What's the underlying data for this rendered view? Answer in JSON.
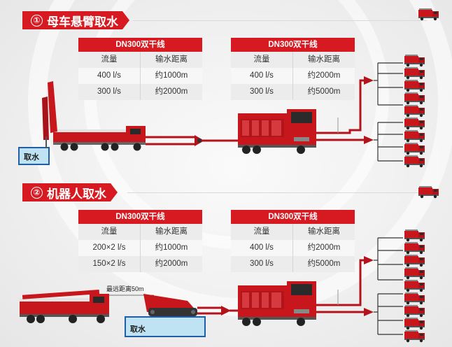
{
  "sections": [
    {
      "number": "①",
      "title": "母车悬臂取水",
      "water_label": "取水",
      "tables": [
        {
          "title": "DN300双干线",
          "headers": [
            "流量",
            "输水距离"
          ],
          "rows": [
            [
              "400 l/s",
              "约1000m"
            ],
            [
              "300 l/s",
              "约2000m"
            ]
          ]
        },
        {
          "title": "DN300双干线",
          "headers": [
            "流量",
            "输水距离"
          ],
          "rows": [
            [
              "400 l/s",
              "约2000m"
            ],
            [
              "300 l/s",
              "约5000m"
            ]
          ]
        }
      ]
    },
    {
      "number": "②",
      "title": "机器人取水",
      "water_label": "取水",
      "annotation": "最远距离50m",
      "tables": [
        {
          "title": "DN300双干线",
          "headers": [
            "流量",
            "输水距离"
          ],
          "rows": [
            [
              "200×2 l/s",
              "约1000m"
            ],
            [
              "150×2 l/s",
              "约2000m"
            ]
          ]
        },
        {
          "title": "DN300双干线",
          "headers": [
            "流量",
            "输水距离"
          ],
          "rows": [
            [
              "400 l/s",
              "约2000m"
            ],
            [
              "300 l/s",
              "约5000m"
            ]
          ]
        }
      ]
    }
  ],
  "colors": {
    "accent": "#d71921",
    "water": "#bfe3f2",
    "water_border": "#1f5fa8",
    "hose": "#b3141b"
  },
  "icons": [
    "fire-truck-icon",
    "pump-truck-icon",
    "crane-truck-icon",
    "robot-icon",
    "water-pool-icon"
  ]
}
